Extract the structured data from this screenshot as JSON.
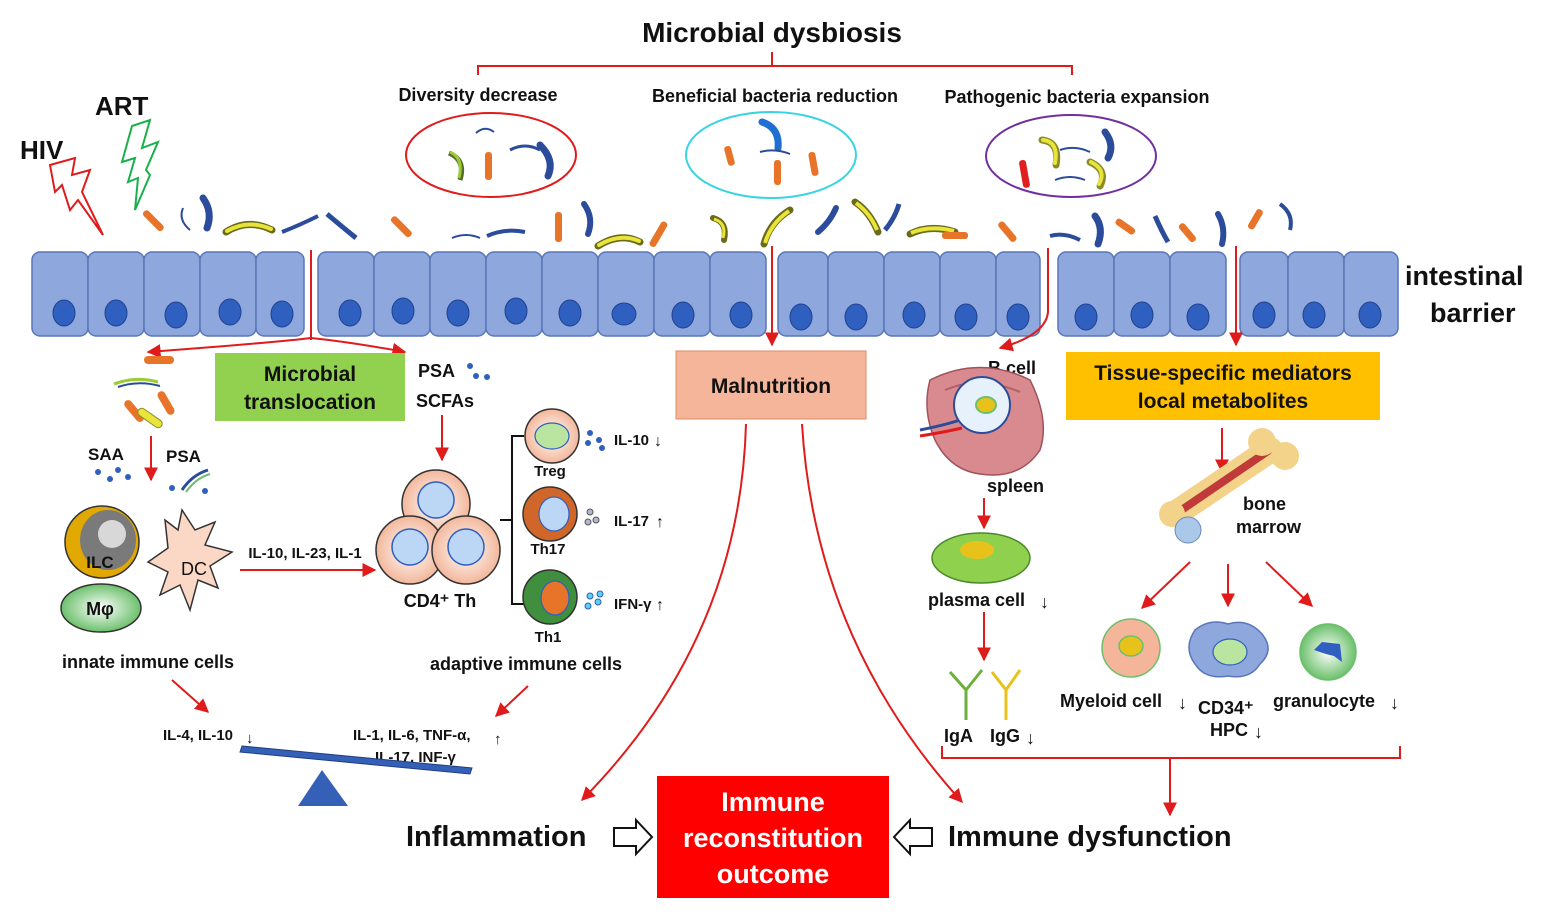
{
  "labels": {
    "title": "Microbial dysbiosis",
    "hiv": "HIV",
    "art": "ART",
    "diversity": "Diversity decrease",
    "beneficial": "Beneficial bacteria reduction",
    "pathogenic": "Pathogenic bacteria expansion",
    "barrier_line1": "intestinal",
    "barrier_line2": "barrier",
    "translocation_line1": "Microbial",
    "translocation_line2": "translocation",
    "psa_top": "PSA",
    "scfas": "SCFAs",
    "saa": "SAA",
    "psa_left": "PSA",
    "ilc": "ILC",
    "dc": "DC",
    "mphi": "Mφ",
    "innate": "innate immune cells",
    "cytokines_dc": "IL-10, IL-23, IL-1",
    "cd4": "CD4⁺ Th",
    "treg": "Treg",
    "th17": "Th17",
    "th1": "Th1",
    "il10": "IL-10",
    "il17": "IL-17",
    "ifng": "IFN-γ",
    "adaptive": "adaptive immune cells",
    "il4_il10": "IL-4, IL-10",
    "proinfl_line1": "IL-1, IL-6, TNF-α,",
    "proinfl_line2": "IL-17, INF-γ",
    "malnutrition": "Malnutrition",
    "bcell": "B cell",
    "spleen": "spleen",
    "plasma": "plasma cell",
    "iga": "IgA",
    "igg": "IgG",
    "tissue_line1": "Tissue-specific mediators",
    "tissue_line2": "local metabolites",
    "bone_line1": "bone",
    "bone_line2": "marrow",
    "myeloid": "Myeloid cell",
    "cd34": "CD34⁺",
    "hpc": "HPC",
    "granulocyte": "granulocyte",
    "inflammation": "Inflammation",
    "outcome_line1": "Immune",
    "outcome_line2": "reconstitution",
    "outcome_line3": "outcome",
    "dysfunction": "Immune dysfunction"
  },
  "icons": {
    "down_arrow": "↓",
    "up_arrow": "↑"
  },
  "colors": {
    "accent_red": "#e01b1b",
    "translocation_box": "#92d050",
    "malnutrition_box": "#f5b59b",
    "tissue_box": "#ffc000",
    "outcome_box": "#ff0000",
    "epithelium": "#8ea7dd",
    "nucleus": "#2f5fbf"
  }
}
